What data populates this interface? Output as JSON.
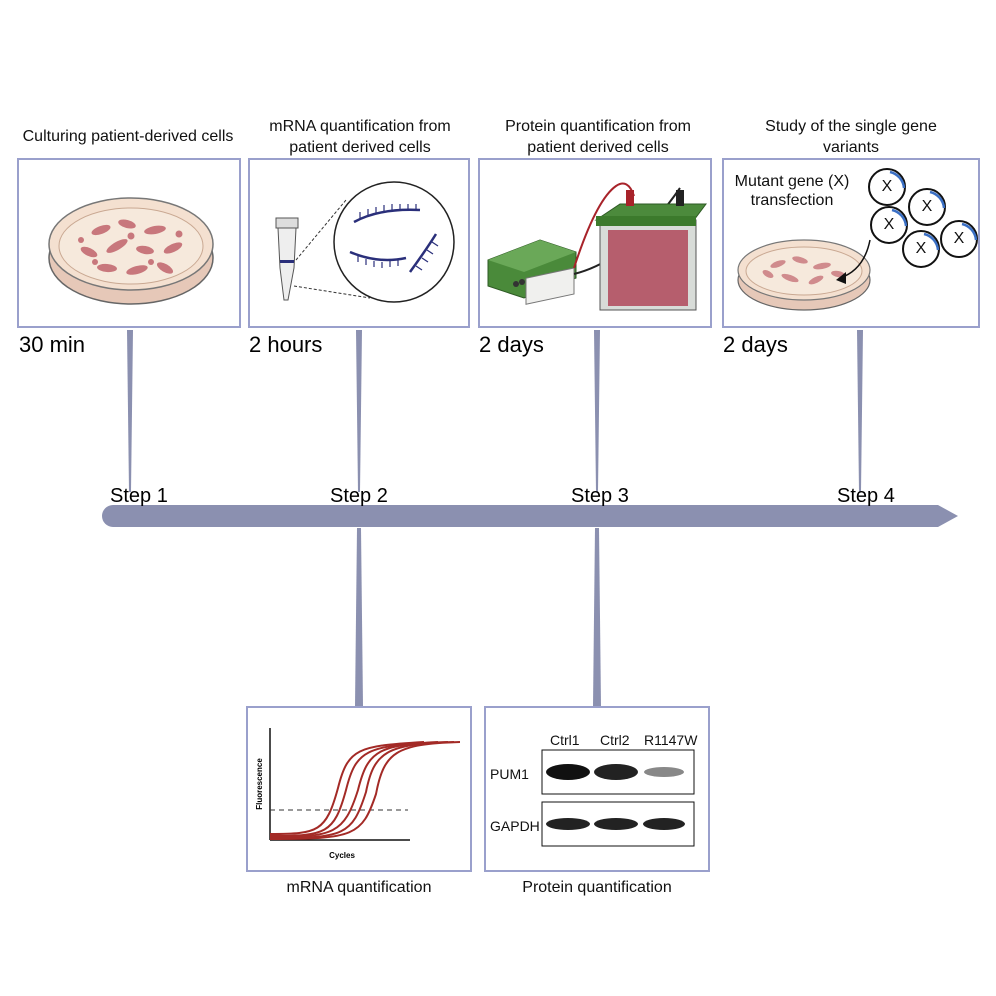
{
  "steps": [
    {
      "title": "Culturing patient-derived cells",
      "time": "30 min",
      "label": "Step 1"
    },
    {
      "title": "mRNA quantification from patient derived cells",
      "time": "2 hours",
      "label": "Step 2"
    },
    {
      "title": "Protein quantification from patient derived cells",
      "time": "2 days",
      "label": "Step 3"
    },
    {
      "title": "Study of the single gene variants",
      "time": "2 days",
      "label": "Step 4"
    }
  ],
  "step2_title_lines": [
    "mRNA quantification from",
    "patient derived cells"
  ],
  "step3_title_lines": [
    "Protein quantification from",
    "patient derived cells"
  ],
  "step4_title_lines": [
    "Study of the single gene",
    "variants"
  ],
  "transfection_lines": [
    "Mutant gene (X)",
    "transfection"
  ],
  "plasmid_letter": "X",
  "qpcr": {
    "caption": "mRNA quantification",
    "ylabel": "Fluorescence",
    "xlabel": "Cycles"
  },
  "western": {
    "caption": "Protein quantification",
    "lanes": [
      "Ctrl1",
      "Ctrl2",
      "R1147W"
    ],
    "rows": [
      "PUM1",
      "GAPDH"
    ]
  },
  "colors": {
    "panel_border": "#9aa0cc",
    "timeline": "#8b90b0",
    "curve": "#a32a26"
  }
}
